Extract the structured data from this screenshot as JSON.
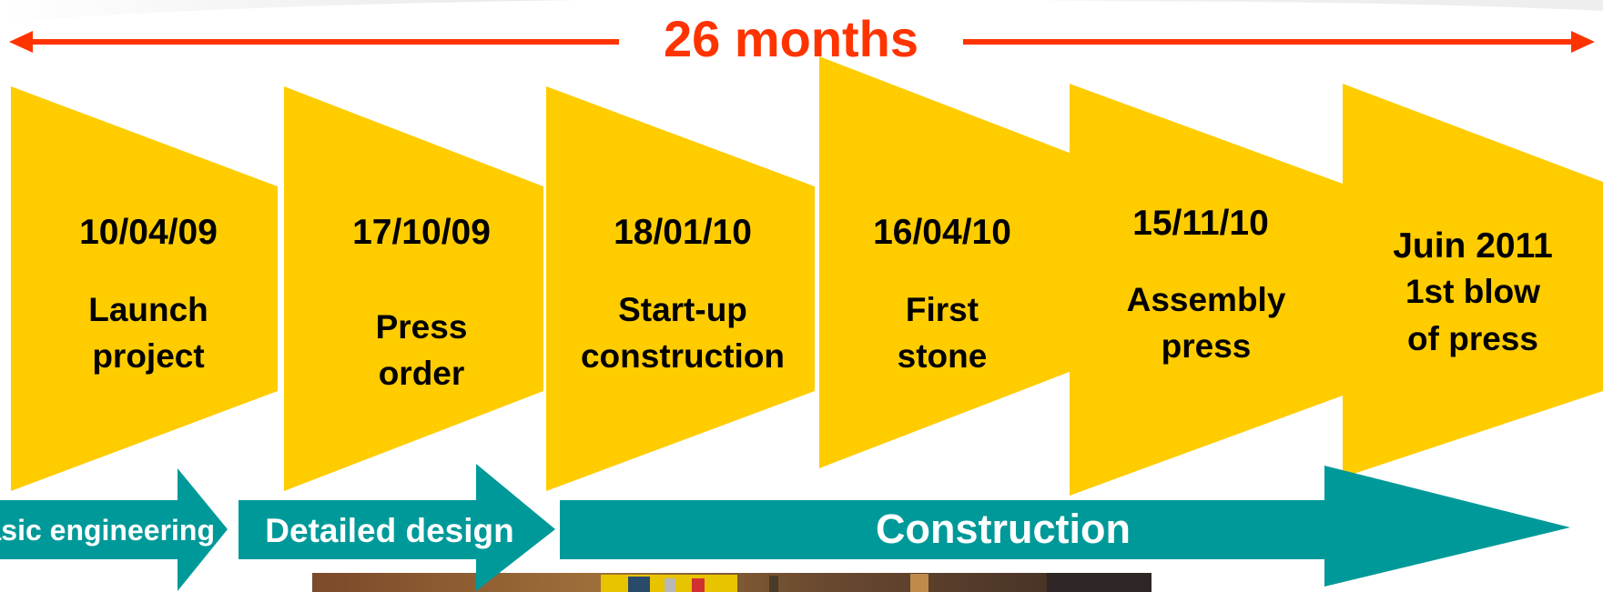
{
  "duration_label": "26 months",
  "colors": {
    "accent": "#ff3300",
    "chevron": "#ffcc00",
    "phase": "#009999",
    "phase_text": "#ffffff"
  },
  "milestones": [
    {
      "date": "10/04/09",
      "lines": [
        "Launch",
        "project"
      ]
    },
    {
      "date": "17/10/09",
      "lines": [
        "Press",
        "order"
      ]
    },
    {
      "date": "18/01/10",
      "lines": [
        "Start-up",
        "construction"
      ]
    },
    {
      "date": "16/04/10",
      "lines": [
        "First",
        "stone"
      ]
    },
    {
      "date": "15/11/10",
      "lines": [
        "Assembly",
        "press"
      ]
    },
    {
      "date": "Juin  2011",
      "lines": [
        "1st blow",
        "of press"
      ]
    }
  ],
  "phases": [
    {
      "label": "Basic engineering"
    },
    {
      "label": "Detailed design"
    },
    {
      "label": "Construction"
    }
  ],
  "photo": {
    "description": "construction site photo (cropped)"
  }
}
